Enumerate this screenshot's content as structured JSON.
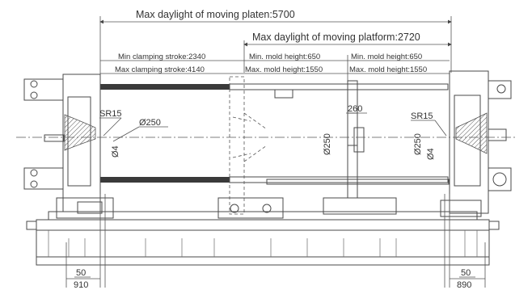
{
  "dimensions": {
    "max_daylight_platen": "Max daylight of moving platen:5700",
    "max_daylight_platform": "Max daylight of moving platform:2720",
    "min_clamping_stroke": "Min clamping stroke:2340",
    "max_clamping_stroke": "Max clamping stroke:4140",
    "min_mold_height_left": "Min. mold height:650",
    "max_mold_height_left": "Max. mold height:1550",
    "min_mold_height_right": "Min. mold height:650",
    "max_mold_height_right": "Max. mold height:1550",
    "sr_left": "SR15",
    "dia_250_left": "Ø250",
    "dia_4_left": "Ø4",
    "width_260": "260",
    "dia_250_center": "Ø250",
    "sr_right": "SR15",
    "dia_250_right": "Ø250",
    "dia_4_right": "Ø4",
    "left_50": "50",
    "left_910": "910",
    "right_50": "50",
    "right_890": "890"
  }
}
